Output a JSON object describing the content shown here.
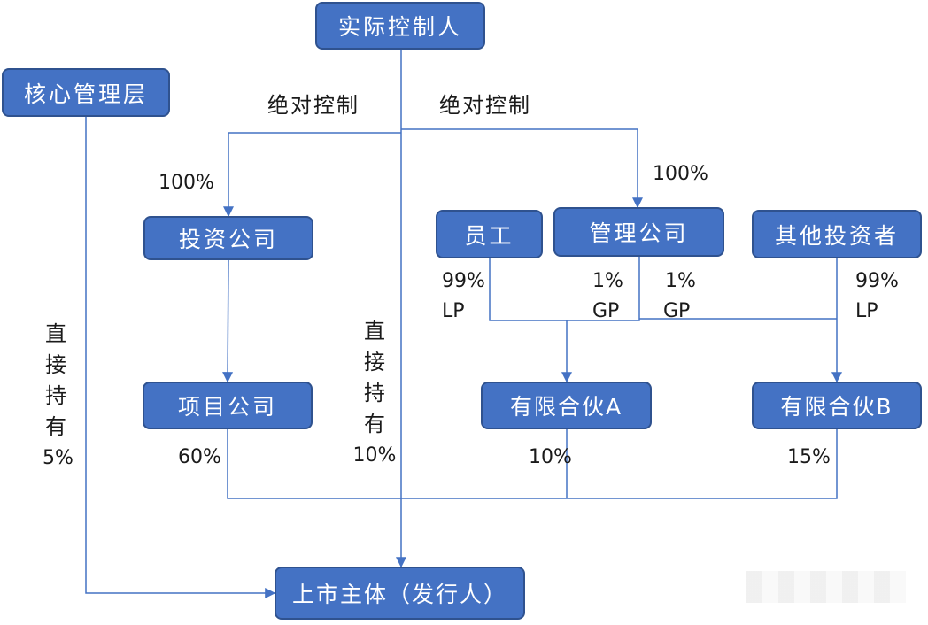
{
  "nodes": {
    "controller": "实际控制人",
    "core_mgmt": "核心管理层",
    "invest_co": "投资公司",
    "project_co": "项目公司",
    "employee": "员工",
    "mgmt_co": "管理公司",
    "other_investors": "其他投资者",
    "partnership_a": "有限合伙A",
    "partnership_b": "有限合伙B",
    "issuer": "上市主体（发行人）"
  },
  "labels": {
    "abs_control_left": "绝对控制",
    "abs_control_right": "绝对控制",
    "pct_invest": "100%",
    "pct_mgmt": "100%",
    "emp_pct": "99%",
    "emp_role": "LP",
    "mgmt_a_pct": "1%",
    "mgmt_a_role": "GP",
    "mgmt_b_pct": "1%",
    "mgmt_b_role": "GP",
    "other_pct": "99%",
    "other_role": "LP",
    "project_pct": "60%",
    "partnership_a_pct": "10%",
    "partnership_b_pct": "15%"
  },
  "direct_hold_left": {
    "chars": [
      "直",
      "接",
      "持",
      "有"
    ],
    "pct": "5%"
  },
  "direct_hold_mid": {
    "chars": [
      "直",
      "接",
      "持",
      "有"
    ],
    "pct": "10%"
  },
  "colors": {
    "box_fill": "#4472C4",
    "box_border": "#2F528F",
    "line": "#4472C4"
  }
}
